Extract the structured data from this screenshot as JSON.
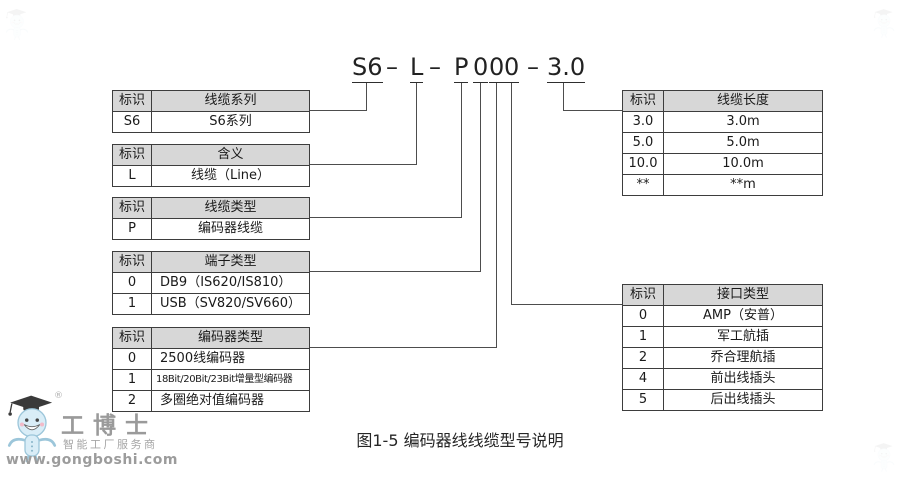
{
  "model": {
    "segments": [
      {
        "text": "S6"
      },
      {
        "text": "L"
      },
      {
        "text": "P"
      },
      {
        "text": "0"
      },
      {
        "text": "0"
      },
      {
        "text": "0"
      },
      {
        "text": "3.0"
      }
    ],
    "separator": "–"
  },
  "tables": [
    {
      "name": "cable-series",
      "headers": [
        "标识",
        "线缆系列"
      ],
      "rows": [
        [
          "S6",
          "S6系列"
        ]
      ]
    },
    {
      "name": "meaning",
      "headers": [
        "标识",
        "含义"
      ],
      "rows": [
        [
          "L",
          "线缆（Line）"
        ]
      ]
    },
    {
      "name": "cable-type",
      "headers": [
        "标识",
        "线缆类型"
      ],
      "rows": [
        [
          "P",
          "编码器线缆"
        ]
      ]
    },
    {
      "name": "terminal-type",
      "headers": [
        "标识",
        "端子类型"
      ],
      "rows": [
        [
          "0",
          "DB9（IS620/IS810）"
        ],
        [
          "1",
          "USB（SV820/SV660）"
        ]
      ]
    },
    {
      "name": "encoder-type",
      "headers": [
        "标识",
        "编码器类型"
      ],
      "rows": [
        [
          "0",
          "2500线编码器"
        ],
        [
          "1",
          "18Bit/20Bit/23Bit增量型编码器"
        ],
        [
          "2",
          "多圈绝对值编码器"
        ]
      ]
    },
    {
      "name": "cable-length",
      "headers": [
        "标识",
        "线缆长度"
      ],
      "rows": [
        [
          "3.0",
          "3.0m"
        ],
        [
          "5.0",
          "5.0m"
        ],
        [
          "10.0",
          "10.0m"
        ],
        [
          "**",
          "**m"
        ]
      ]
    },
    {
      "name": "interface-type",
      "headers": [
        "标识",
        "接口类型"
      ],
      "rows": [
        [
          "0",
          "AMP（安普）"
        ],
        [
          "1",
          "军工航插"
        ],
        [
          "2",
          "乔合理航插"
        ],
        [
          "4",
          "前出线插头"
        ],
        [
          "5",
          "后出线插头"
        ]
      ]
    }
  ],
  "caption": "图1-5 编码器线线缆型号说明",
  "logo": {
    "registered": "®",
    "brand": "工博士",
    "tagline": "智能工厂服务商",
    "url": "www.gongboshi.com"
  },
  "colors": {
    "header_bg": "#d7d7d7",
    "table_border": "#3d3d3d",
    "connector_line": "#4d4d4d",
    "text": "#1f1f1f",
    "logo_gray": "#9a9a9a",
    "mascot_blue": "#d9edf7"
  }
}
